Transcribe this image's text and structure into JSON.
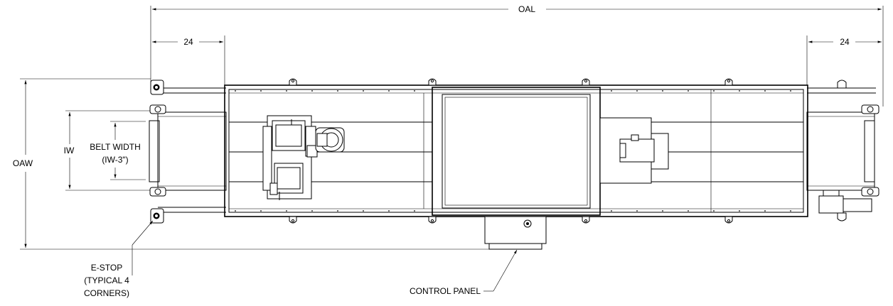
{
  "dimensions": {
    "overall_length": "OAL",
    "end_left": "24",
    "end_right": "24",
    "overall_width": "OAW",
    "inside_width": "IW",
    "belt_width_line1": "BELT WIDTH",
    "belt_width_line2": "(IW-3\")"
  },
  "callouts": {
    "estop_line1": "E-STOP",
    "estop_line2": "(TYPICAL 4",
    "estop_line3": "CORNERS)",
    "control_panel": "CONTROL PANEL"
  }
}
